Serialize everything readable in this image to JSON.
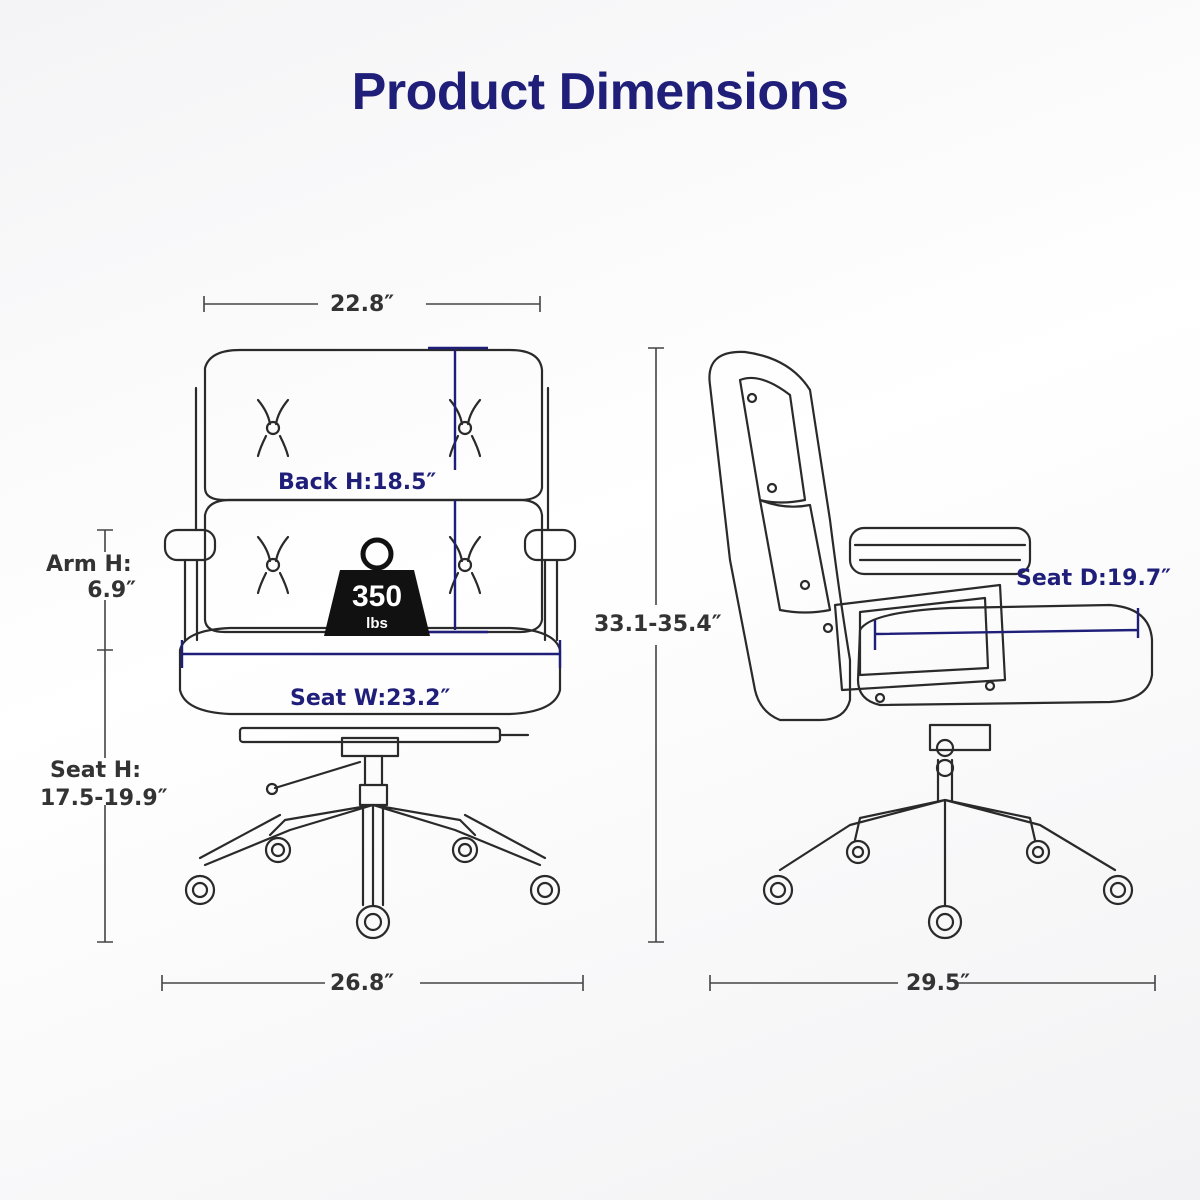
{
  "title": "Product Dimensions",
  "colors": {
    "accent": "#1f1f7a",
    "line": "#2a2a2a",
    "dim": "#444444"
  },
  "front_view": {
    "overall_width": "22.8″",
    "back_height": "Back H:18.5″",
    "arm_height_label": "Arm H:",
    "arm_height_value": "6.9″",
    "seat_width": "Seat W:23.2″",
    "seat_height_label": "Seat H:",
    "seat_height_value": "17.5-19.9″",
    "base_width": "26.8″",
    "weight_capacity": {
      "value": "350",
      "unit": "lbs",
      "icon": "weight-icon"
    }
  },
  "side_view": {
    "overall_height": "33.1-35.4″",
    "seat_depth": "Seat D:19.7″",
    "base_depth": "29.5″"
  }
}
